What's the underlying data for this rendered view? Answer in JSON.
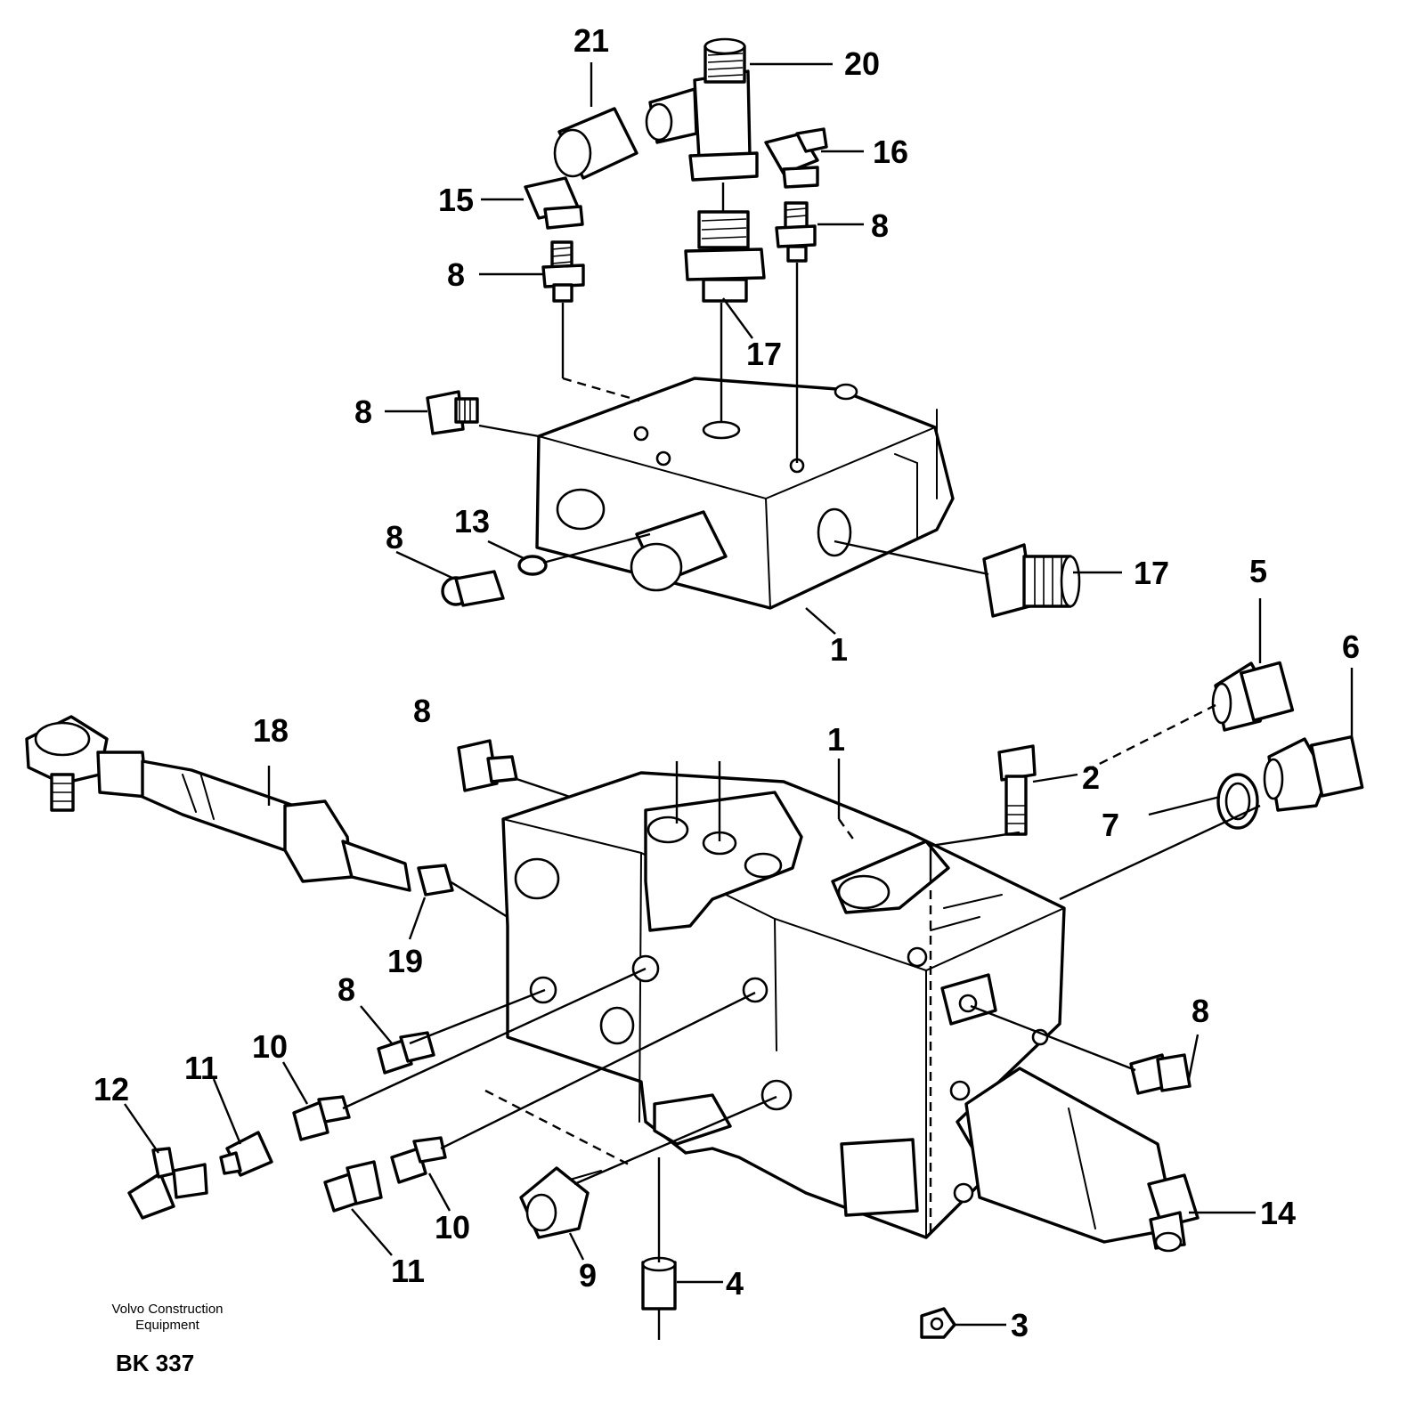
{
  "publisher": {
    "line1": "Volvo Construction",
    "line2": "Equipment"
  },
  "diagram_code": "BK 337",
  "callouts": {
    "c21": "21",
    "c20": "20",
    "c16": "16",
    "c15": "15",
    "c8_a": "8",
    "c8_b": "8",
    "c8_c": "8",
    "c8_d": "8",
    "c8_e": "8",
    "c8_f": "8",
    "c8_g": "8",
    "c17_a": "17",
    "c17_b": "17",
    "c13": "13",
    "c1_a": "1",
    "c1_b": "1",
    "c5": "5",
    "c6": "6",
    "c7": "7",
    "c2": "2",
    "c18": "18",
    "c19": "19",
    "c10_a": "10",
    "c10_b": "10",
    "c11_a": "11",
    "c11_b": "11",
    "c12": "12",
    "c9": "9",
    "c4": "4",
    "c3": "3",
    "c14": "14"
  }
}
